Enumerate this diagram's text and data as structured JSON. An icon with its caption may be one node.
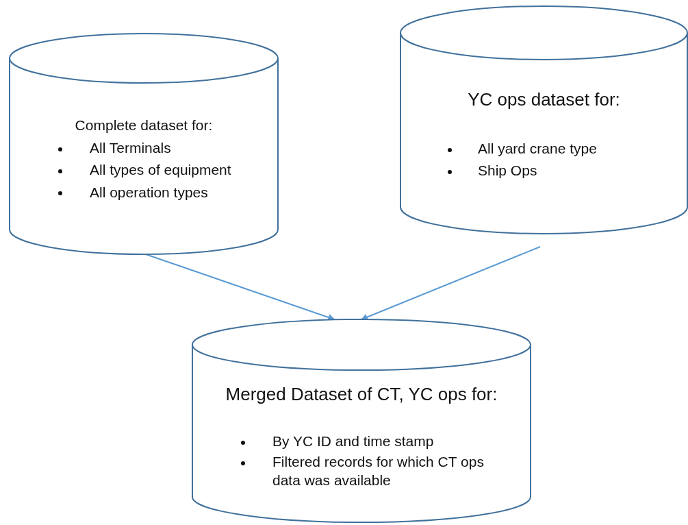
{
  "diagram": {
    "nodes": [
      {
        "text": [
          "Complete dataset for:",
          "All Terminals",
          "All types of equipment",
          "All operation types"
        ]
      },
      {
        "text": [
          "YC ops dataset for:",
          "All yard crane type",
          "Ship Ops"
        ]
      },
      {
        "text": [
          "Merged Dataset of CT, YC ops for:",
          "By YC ID and time stamp",
          "Filtered records for which CT ops data was available"
        ]
      }
    ],
    "edges": [
      {
        "from": 0,
        "to": 2,
        "arrow": "to"
      },
      {
        "from": 1,
        "to": 2,
        "arrow": "to"
      }
    ]
  }
}
